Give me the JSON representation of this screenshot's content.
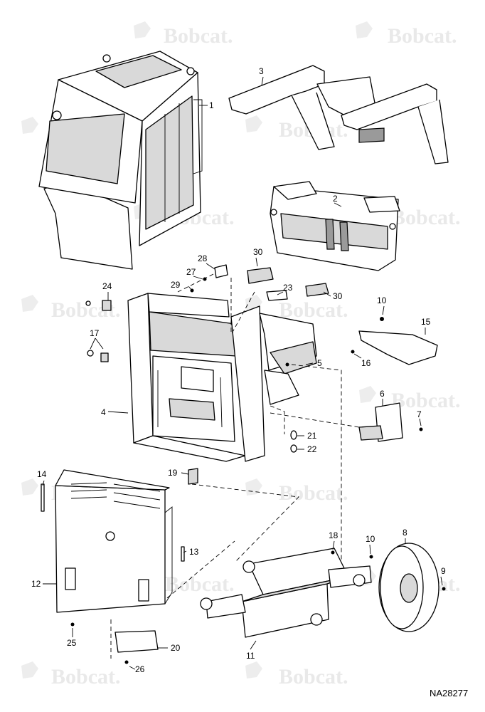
{
  "diagram": {
    "drawing_code": "NA28277",
    "watermark_text": "Bobcat.",
    "callouts": [
      "1",
      "2",
      "3",
      "4",
      "5",
      "6",
      "7",
      "8",
      "9",
      "10",
      "10",
      "11",
      "12",
      "13",
      "14",
      "15",
      "16",
      "17",
      "18",
      "19",
      "20",
      "21",
      "22",
      "23",
      "24",
      "25",
      "26",
      "27",
      "28",
      "29",
      "30",
      "30"
    ]
  }
}
